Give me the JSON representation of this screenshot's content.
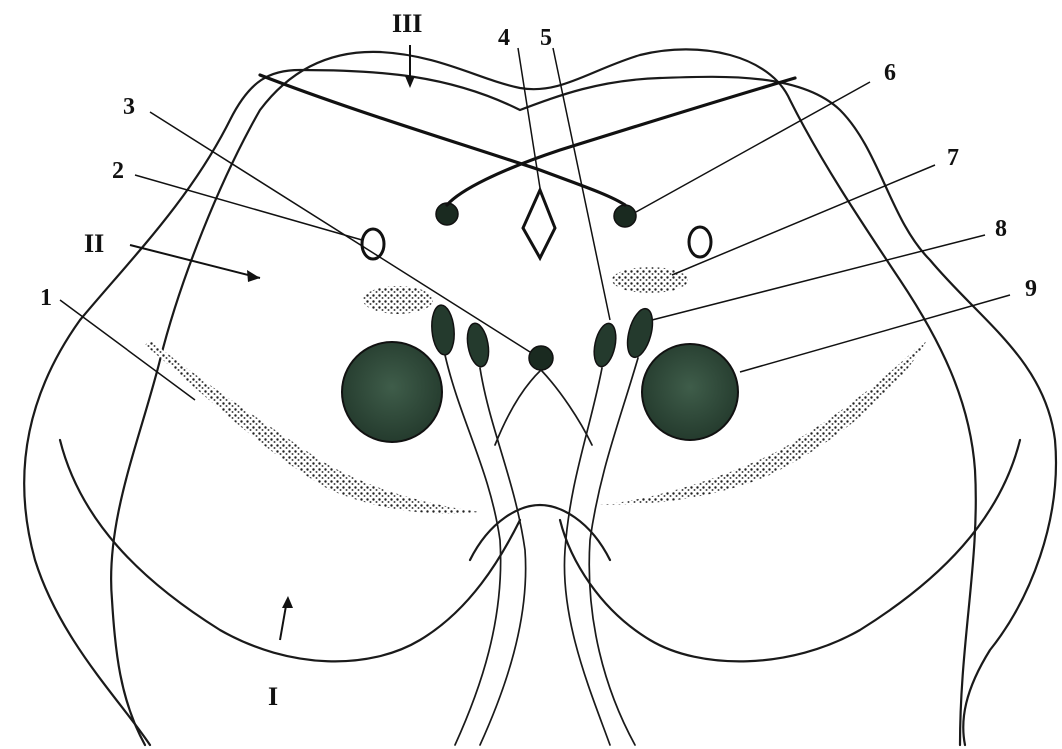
{
  "figure": {
    "labels": {
      "l1": "1",
      "l2": "2",
      "l3": "3",
      "l4": "4",
      "l5": "5",
      "l6": "6",
      "l7": "7",
      "l8": "8",
      "l9": "9",
      "roman_I": "I",
      "roman_II": "II",
      "roman_III": "III"
    },
    "colors": {
      "ink": "#111111",
      "nucleus_fill": "#2f4a3a",
      "background": "#ffffff"
    }
  }
}
